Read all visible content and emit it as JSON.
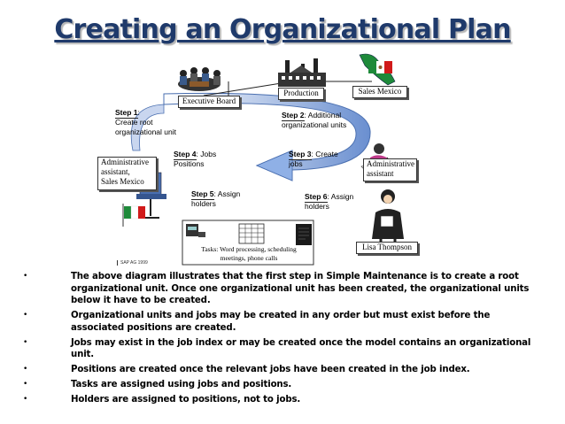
{
  "title": "Creating an Organizational Plan",
  "diagram": {
    "boxes": {
      "executive_board": "Executive Board",
      "production": "Production",
      "sales_mexico": "Sales Mexico",
      "admin_assistant_left": [
        "Administrative",
        "assistant,",
        "Sales Mexico"
      ],
      "admin_assistant_right": [
        "Administrative",
        "assistant"
      ],
      "lisa": "Lisa Thompson",
      "tasks": "Tasks: Word processing, scheduling meetings, phone calls"
    },
    "steps": {
      "s1": {
        "label": "Step 1",
        "text": [
          "Create root",
          "organizational unit"
        ]
      },
      "s2": {
        "label": "Step 2",
        "text": [
          ": Additional",
          "organizational units"
        ]
      },
      "s3": {
        "label": "Step 3",
        "text": [
          ": Create",
          "jobs"
        ]
      },
      "s4": {
        "label": "Step 4",
        "text": [
          ": Jobs",
          "Positions"
        ]
      },
      "s5": {
        "label": "Step 5",
        "text": [
          ": Assign",
          "holders"
        ]
      },
      "s6": {
        "label": "Step 6",
        "text": [
          ": Assign",
          "holders"
        ]
      }
    },
    "copyright": "SAP AG 1999"
  },
  "bullets": [
    "The above diagram illustrates that the first step in Simple Maintenance is to create a root organizational unit. Once one organizational unit has been created, the organizational units below it have to be created.",
    "Organizational units and jobs may be created in any order but must exist before the associated positions are created.",
    "Jobs may exist in the job index or may be created once the model contains an organizational unit.",
    "Positions are created once the relevant jobs have been created in the job index.",
    "Tasks are assigned using jobs and positions.",
    "Holders are assigned to positions, not to jobs."
  ],
  "colors": {
    "title": "#1f3a6b",
    "arrow": "#6a8fd0",
    "flag_green": "#1e8a3a",
    "flag_red": "#d11a1a"
  }
}
